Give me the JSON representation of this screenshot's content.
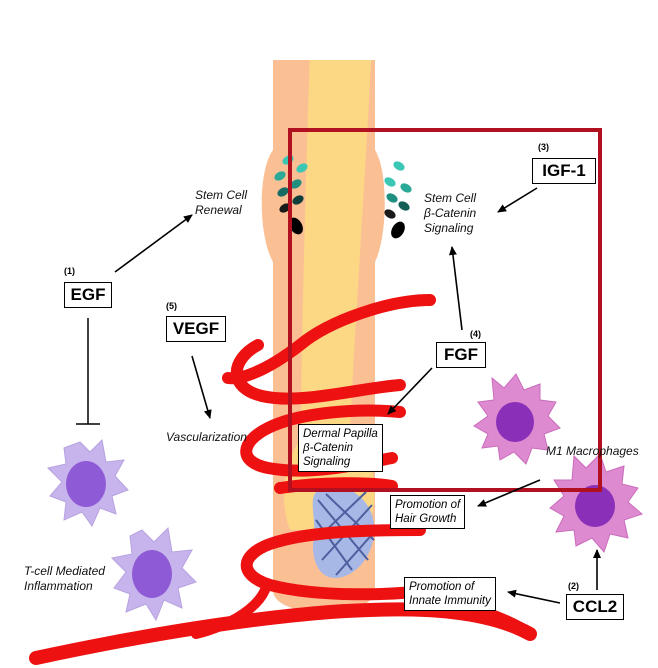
{
  "factors": {
    "egf": {
      "number": "(1)",
      "label": "EGF"
    },
    "ccl2": {
      "number": "(2)",
      "label": "CCL2"
    },
    "igf1": {
      "number": "(3)",
      "label": "IGF-1"
    },
    "fgf": {
      "number": "(4)",
      "label": "FGF"
    },
    "vegf": {
      "number": "(5)",
      "label": "VEGF"
    }
  },
  "effects": {
    "stem_cell_renewal": {
      "line1": "Stem Cell",
      "line2": "Renewal"
    },
    "stem_cell_signaling": {
      "line1": "Stem Cell",
      "line2": "β-Catenin",
      "line3": "Signaling"
    },
    "vascularization": "Vascularization",
    "dermal_papilla": {
      "line1": "Dermal Papilla",
      "line2": "β-Catenin",
      "line3": "Signaling"
    },
    "m1_macrophages": "M1 Macrophages",
    "hair_growth": {
      "line1": "Promotion of",
      "line2": "Hair Growth"
    },
    "innate_immunity": {
      "line1": "Promotion of",
      "line2": "Innate Immunity"
    },
    "tcell_inflammation": {
      "line1": "T-cell Mediated",
      "line2": "Inflammation"
    }
  },
  "colors": {
    "follicle_outer": "#fbbf94",
    "hair_shaft": "#fcd885",
    "blood_vessel": "#ee1111",
    "highlight_box": "#b01020",
    "stem_cell_teal": "#3cc7b5",
    "stem_cell_dark": "#1a1a1a",
    "dermal_papilla": "#a8b8e6",
    "macrophage_pink": "#de8ad0",
    "macrophage_nucleus": "#8a30b8",
    "tcell_lavender": "#c7b4ec",
    "tcell_nucleus": "#8f5ad6"
  }
}
